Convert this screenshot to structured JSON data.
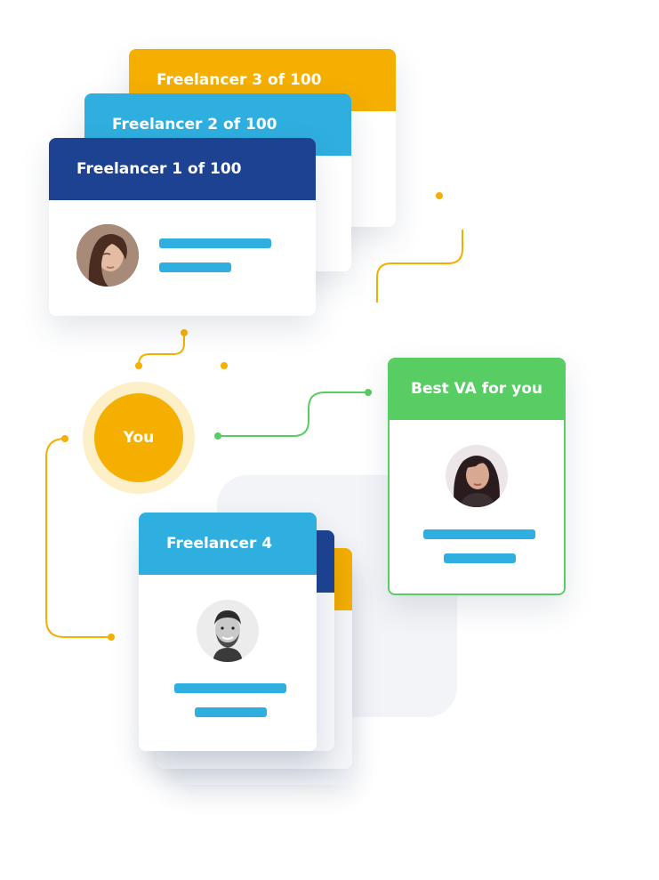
{
  "cards": {
    "freelancer3": {
      "title": "Freelancer 3 of 100",
      "color": "#f5af00"
    },
    "freelancer2": {
      "title": "Freelancer 2 of 100",
      "color": "#2fafdf"
    },
    "freelancer1": {
      "title": "Freelancer 1 of 100",
      "color": "#1d4292"
    },
    "best_va": {
      "title": "Best VA for you",
      "color": "#58cd63"
    },
    "freelancer4": {
      "title": "Freelancer 4",
      "color": "#2fafdf"
    }
  },
  "you": {
    "label": "You",
    "color": "#f5af00",
    "halo": "#fdf0c9"
  },
  "connector_colors": {
    "orange": "#f5af00",
    "green": "#58cd63"
  },
  "icons": [
    "avatar-woman-portrait",
    "avatar-woman-dark-hair",
    "avatar-man-bearded"
  ]
}
